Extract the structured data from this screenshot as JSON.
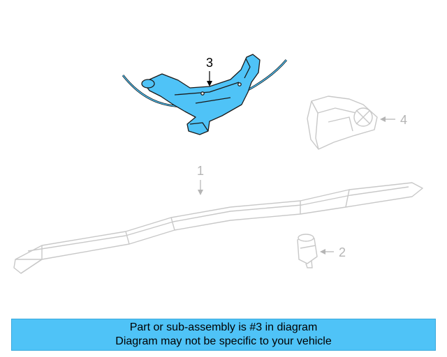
{
  "diagram": {
    "callouts": [
      {
        "id": "3",
        "label": "3",
        "highlighted": true
      },
      {
        "id": "4",
        "label": "4",
        "highlighted": false
      },
      {
        "id": "1",
        "label": "1",
        "highlighted": false
      },
      {
        "id": "2",
        "label": "2",
        "highlighted": false
      }
    ]
  },
  "banner": {
    "line1": "Part or sub-assembly is #3 in diagram",
    "line2": "Diagram may not be specific to your vehicle"
  },
  "colors": {
    "highlight_fill": "#4fc3f7",
    "faded_stroke": "#c8c8c8",
    "banner_bg": "#4fc3f7"
  }
}
